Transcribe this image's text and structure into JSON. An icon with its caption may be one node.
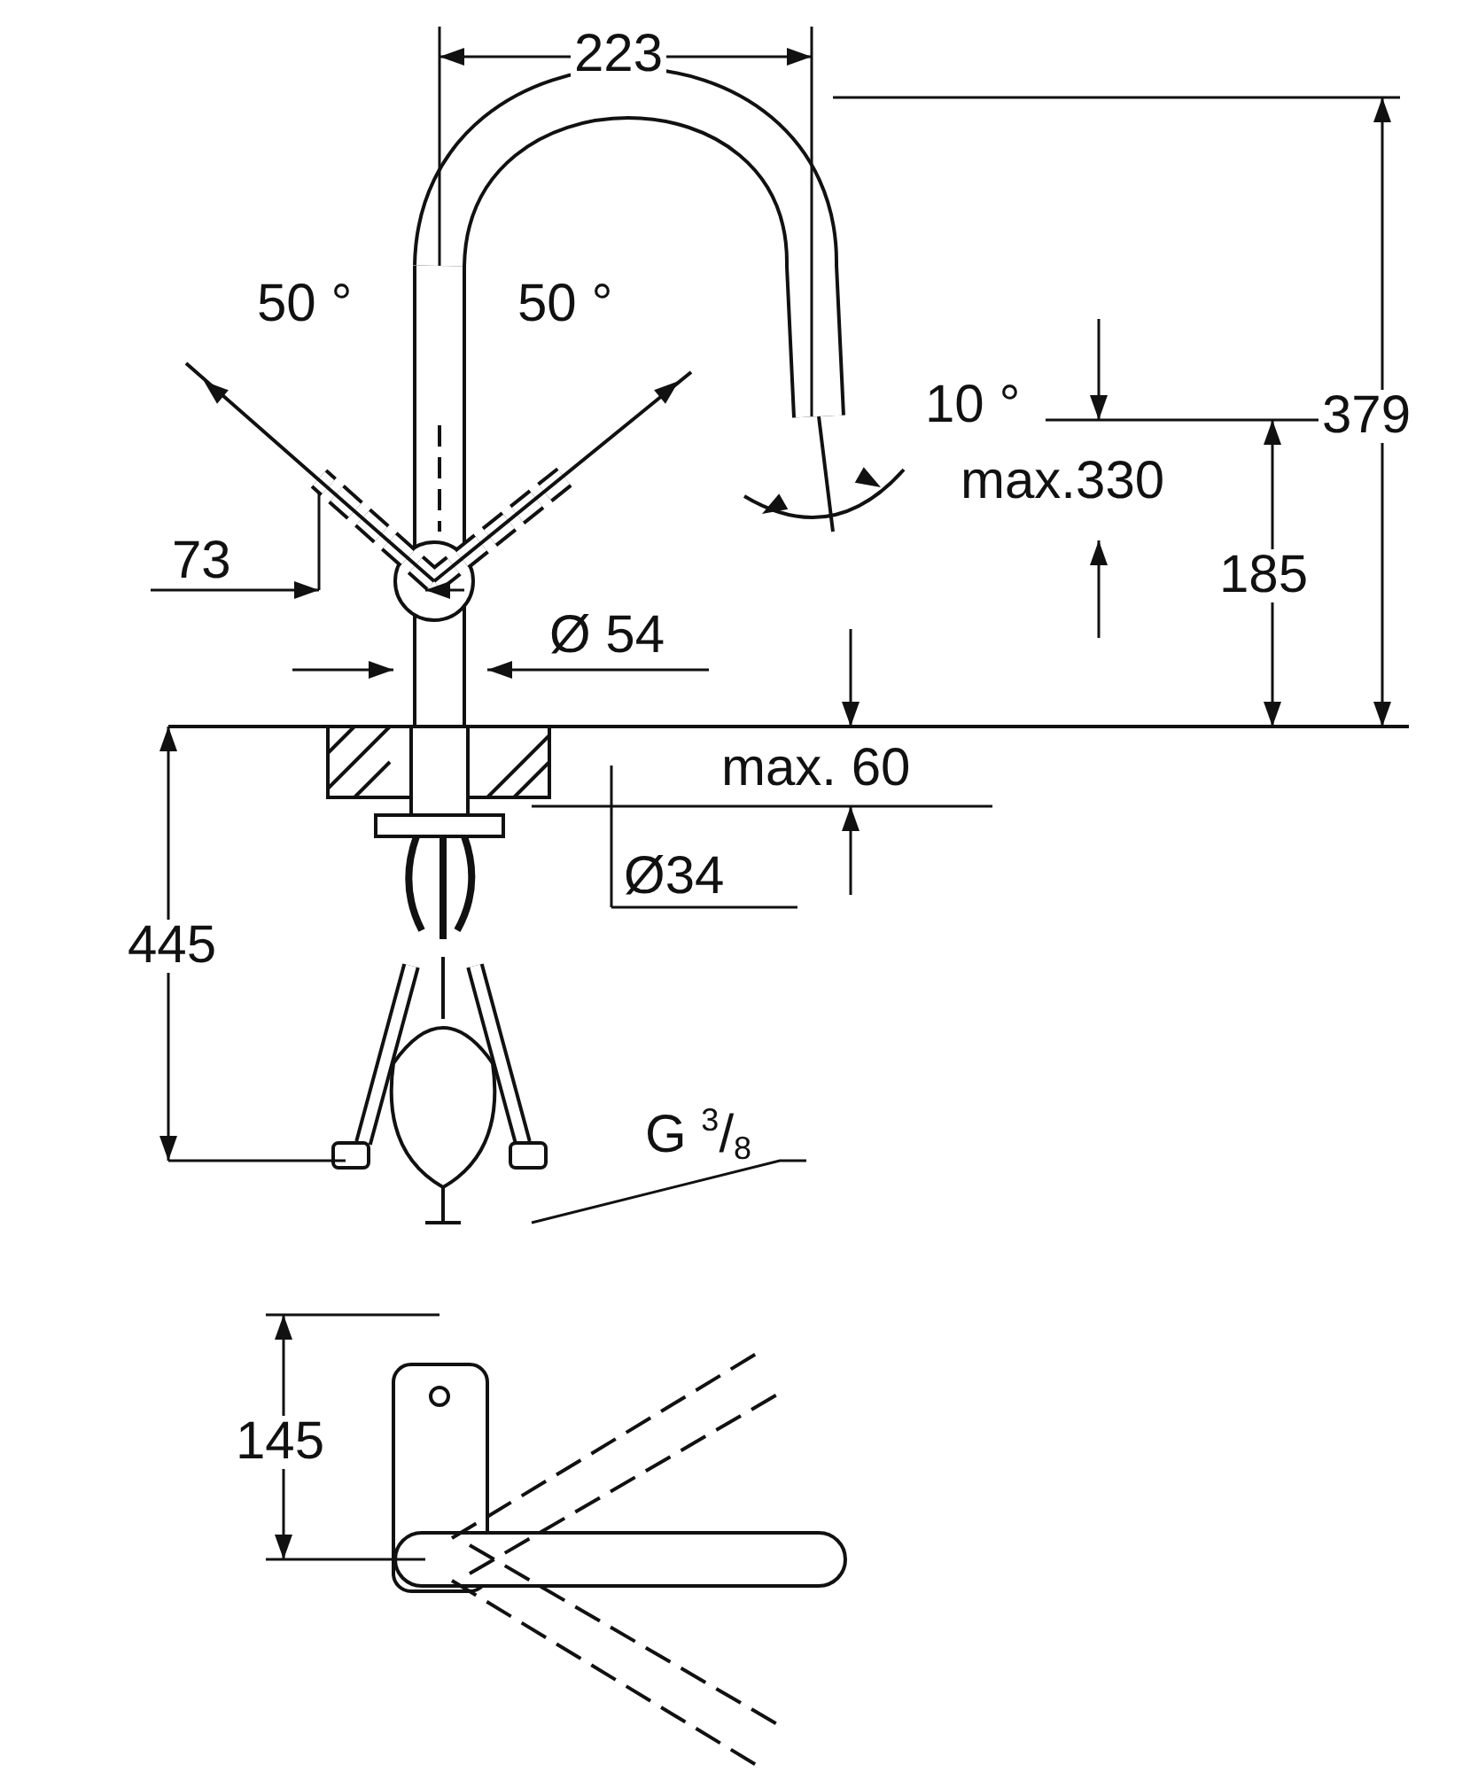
{
  "diagram": {
    "labels": [
      "223",
      "50 °",
      "50 °",
      "10 °",
      "379",
      "max.330",
      "73",
      "185",
      "Ø 54",
      "max. 60",
      "Ø34",
      "445",
      "G $^{3}$/$_{8}$",
      "145"
    ]
  }
}
